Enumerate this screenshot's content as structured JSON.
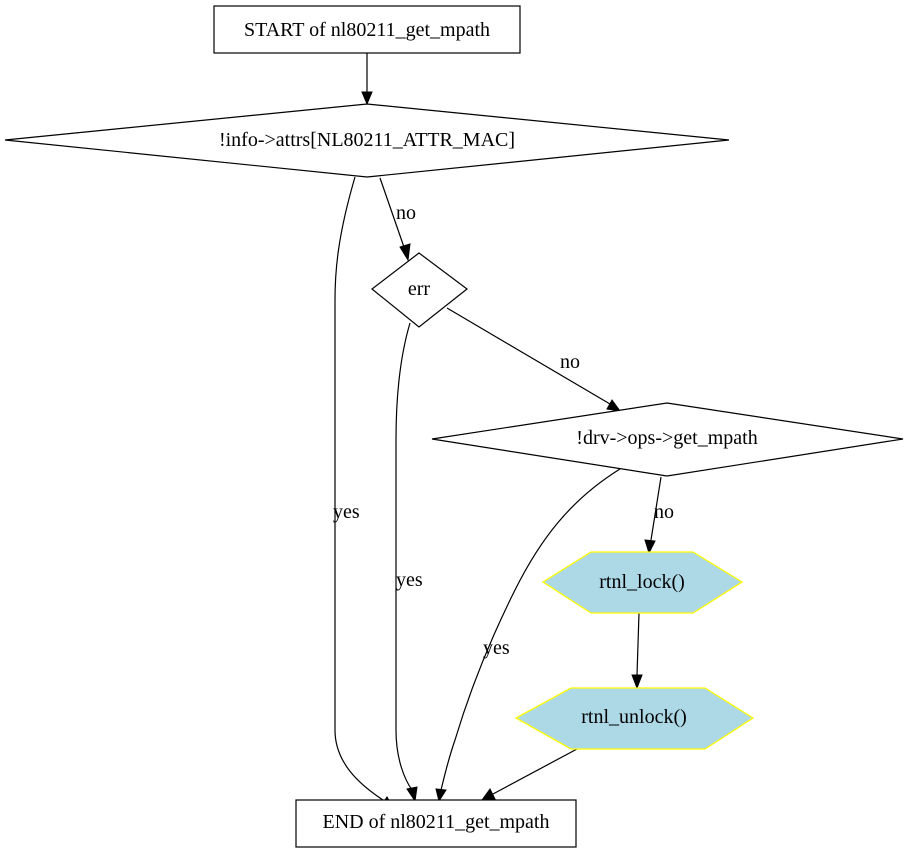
{
  "colors": {
    "background": "#ffffff",
    "stroke": "#000000",
    "call_fill": "#add8e6",
    "call_stroke": "#ffff00"
  },
  "nodes": {
    "start": {
      "label": "START of nl80211_get_mpath"
    },
    "check_mac": {
      "label": "!info->attrs[NL80211_ATTR_MAC]"
    },
    "err": {
      "label": "err"
    },
    "check_get_mpath": {
      "label": "!drv->ops->get_mpath"
    },
    "rtnl_lock": {
      "label": "rtnl_lock()"
    },
    "rtnl_unlock": {
      "label": "rtnl_unlock()"
    },
    "end": {
      "label": "END of nl80211_get_mpath"
    }
  },
  "edges": {
    "mac_no": {
      "label": "no"
    },
    "mac_yes": {
      "label": "yes"
    },
    "err_no": {
      "label": "no"
    },
    "err_yes": {
      "label": "yes"
    },
    "get_no": {
      "label": "no"
    },
    "get_yes": {
      "label": "yes"
    }
  }
}
